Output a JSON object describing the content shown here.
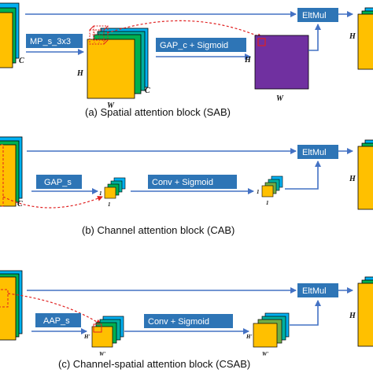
{
  "sab": {
    "op1": "MP_s_3x3",
    "op2": "GAP_c + Sigmoid",
    "mul": "EltMul",
    "caption": "(a)  Spatial attention block (SAB)",
    "dims": {
      "c_left": "C",
      "h_mid": "H",
      "c_mid": "C",
      "w_mid": "W",
      "h_map": "H",
      "w_map": "W",
      "h_out": "H"
    }
  },
  "cab": {
    "op1": "GAP_s",
    "op2": "Conv + Sigmoid",
    "mul": "EltMul",
    "caption": "(b)  Channel attention block (CAB)",
    "dims": {
      "c_left": "C",
      "one_a": "1",
      "one_b": "1",
      "one_c": "1",
      "one_d": "1",
      "h_out": "H"
    }
  },
  "csab": {
    "op1": "AAP_s",
    "op2": "Conv + Sigmoid",
    "mul": "EltMul",
    "caption": "(c)  Channel-spatial attention block (CSAB)",
    "dims": {
      "h_a": "H'",
      "w_a": "W'",
      "h_b": "H'",
      "w_b": "W'",
      "h_out": "H"
    }
  },
  "colors": {
    "feature_yellow": "#FFC000",
    "layer_green": "#00B050",
    "layer_teal": "#00B0A0",
    "layer_blue": "#00B0F0",
    "op_box": "#2E75B6",
    "arrow": "#4472C4",
    "dashed_red": "#E02020",
    "attention_map": "#7030A0",
    "small_green": "#70AD47"
  }
}
